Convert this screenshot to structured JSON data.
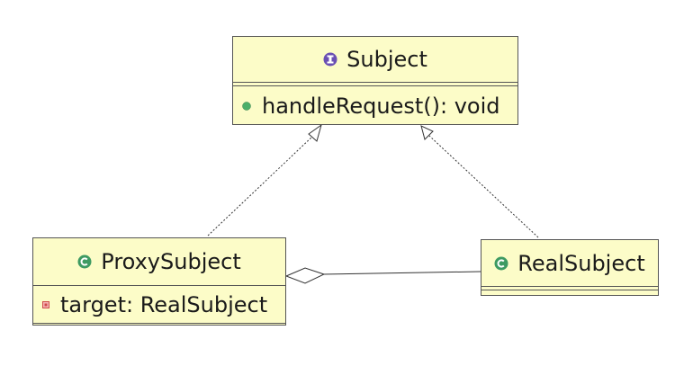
{
  "classes": {
    "subject": {
      "name": "Subject",
      "kind": "interface",
      "icon": "interface-icon",
      "members": [
        {
          "text": "handleRequest(): void",
          "visibility": "public",
          "icon": "public-method-icon"
        }
      ]
    },
    "proxy_subject": {
      "name": "ProxySubject",
      "kind": "class",
      "icon": "class-icon",
      "members": [
        {
          "text": "target: RealSubject",
          "visibility": "private",
          "icon": "private-field-icon"
        }
      ]
    },
    "real_subject": {
      "name": "RealSubject",
      "kind": "class",
      "icon": "class-icon",
      "members": []
    }
  },
  "relationships": [
    {
      "type": "realization",
      "from": "ProxySubject",
      "to": "Subject"
    },
    {
      "type": "realization",
      "from": "RealSubject",
      "to": "Subject"
    },
    {
      "type": "aggregation",
      "from": "ProxySubject",
      "to": "RealSubject"
    }
  ],
  "colors": {
    "box_fill": "#fcfcc8",
    "box_border": "#555555",
    "interface_icon": "#6a4fb3",
    "class_icon": "#3d9a62",
    "public_member": "#4caf6a",
    "private_member": "#d04a4a",
    "connector": "#333333"
  }
}
